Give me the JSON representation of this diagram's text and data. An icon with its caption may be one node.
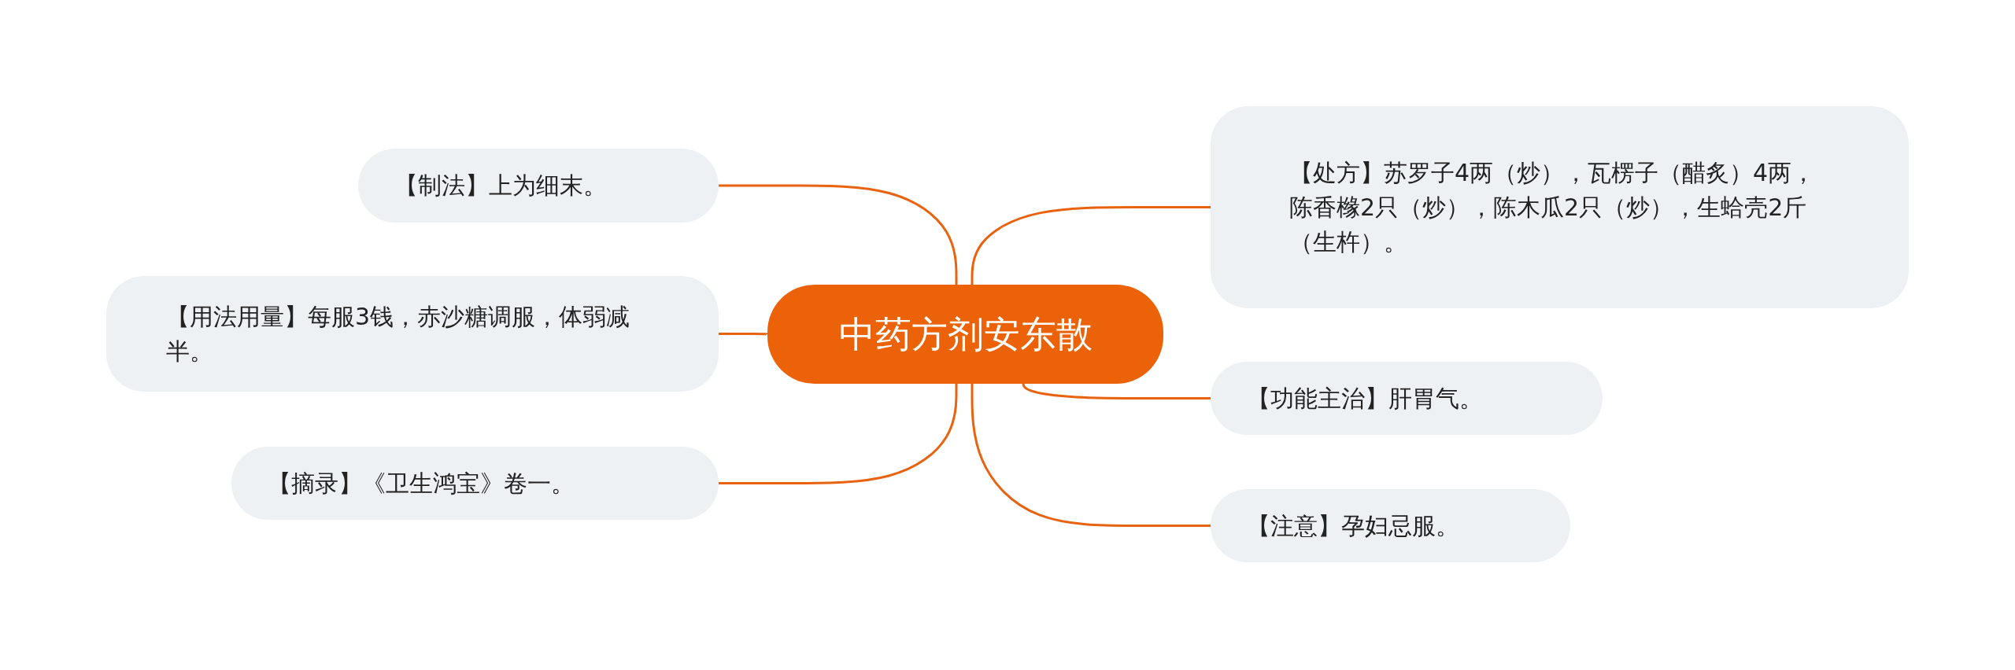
{
  "diagram": {
    "nodes": [
      {
        "text": [
          "中药方剂安东散"
        ]
      },
      {
        "text": [
          "【处方】苏罗子4两（炒），瓦楞子（醋炙）4两，陈香橼2只（炒），陈木瓜2只（炒），生蛤壳2斤（生杵）。"
        ]
      },
      {
        "text": [
          "【功能主治】肝胃气。"
        ]
      },
      {
        "text": [
          "【注意】孕妇忌服。"
        ]
      },
      {
        "text": [
          "【制法】上为细末。"
        ]
      },
      {
        "text": [
          "【用法用量】每服3钱，赤沙糖调服，体弱减半。"
        ]
      },
      {
        "text": [
          "【摘录】《卫生鸿宝》卷一。"
        ]
      }
    ],
    "edges": [
      {
        "from": 0,
        "to": 1,
        "arrow": "none"
      },
      {
        "from": 0,
        "to": 2,
        "arrow": "none"
      },
      {
        "from": 0,
        "to": 3,
        "arrow": "none"
      },
      {
        "from": 0,
        "to": 4,
        "arrow": "none"
      },
      {
        "from": 0,
        "to": 5,
        "arrow": "none"
      },
      {
        "from": 0,
        "to": 6,
        "arrow": "none"
      }
    ]
  }
}
